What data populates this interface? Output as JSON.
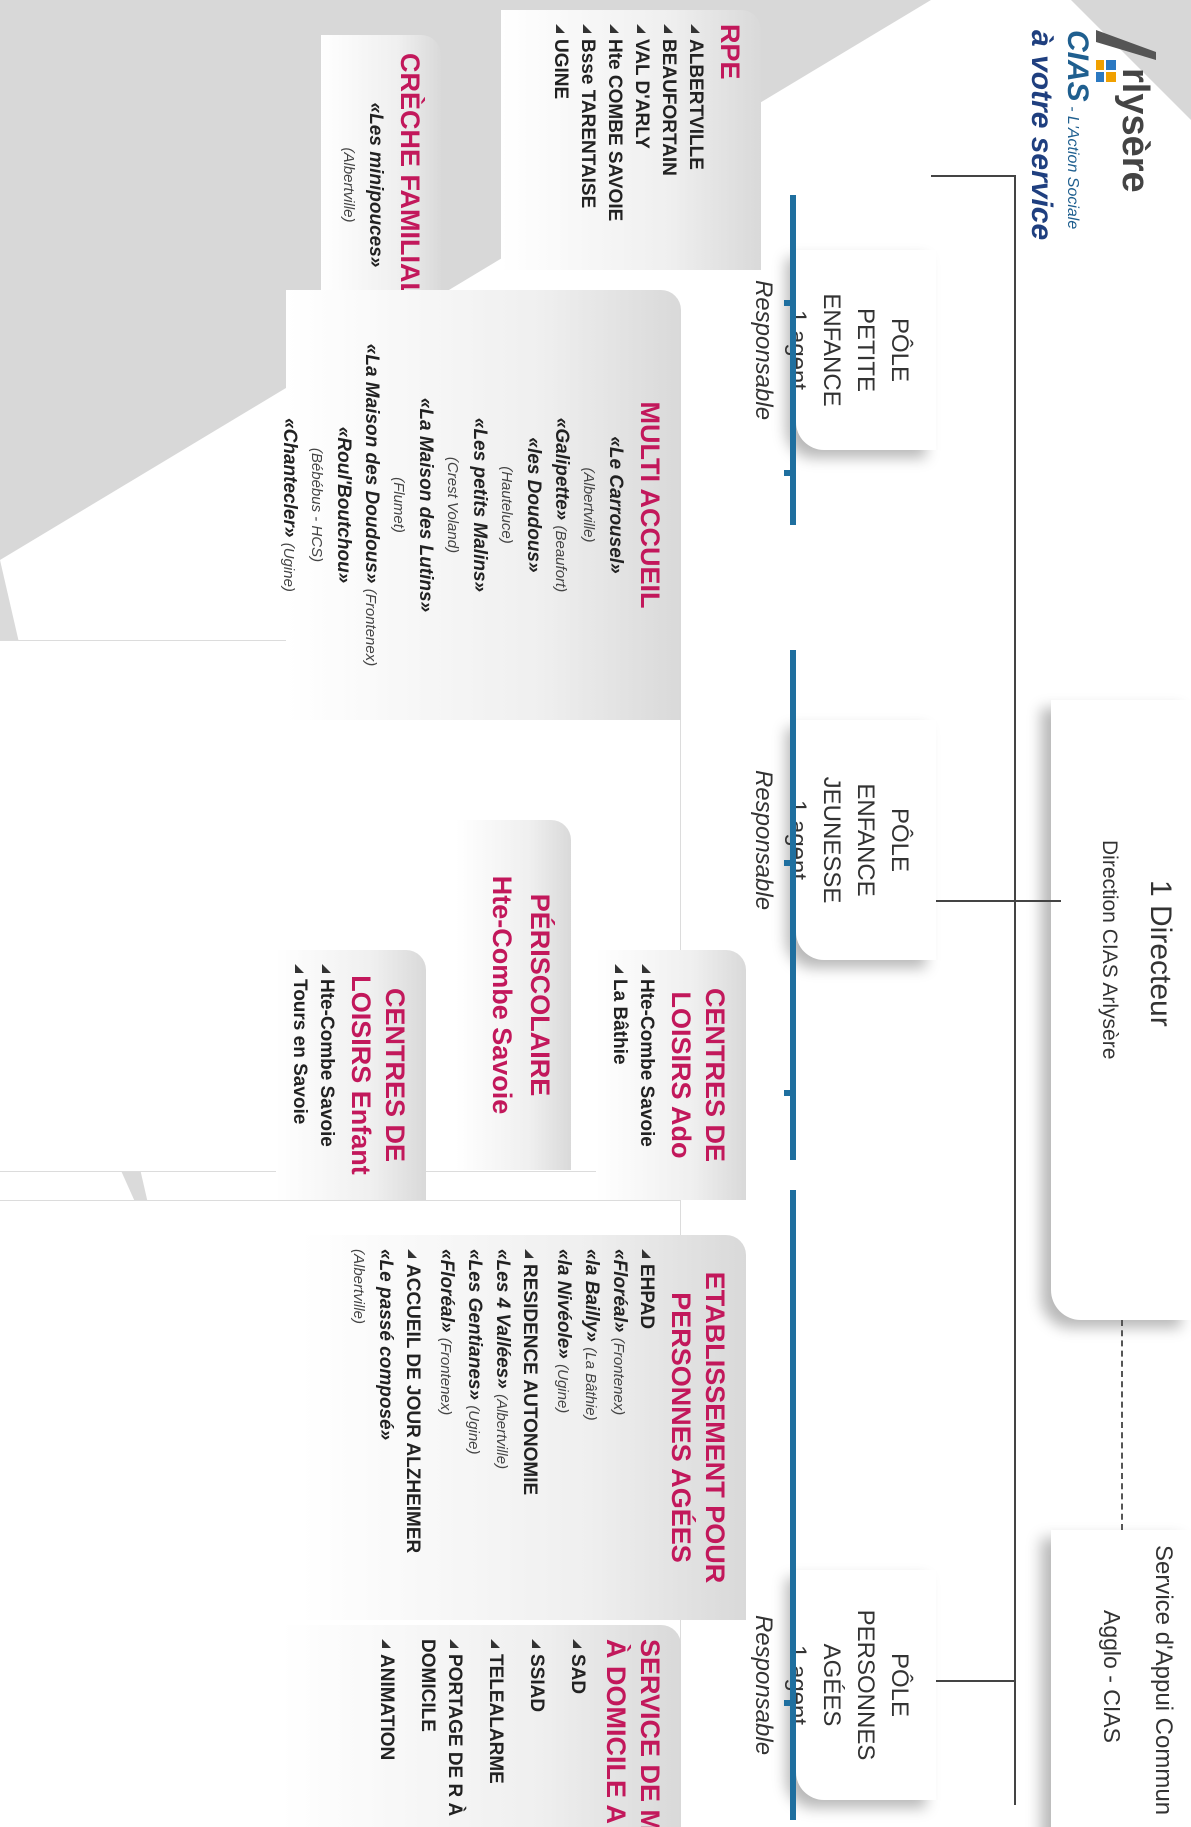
{
  "logo": {
    "brand": "rlysère",
    "cias": "CIAS",
    "subtitle": "- L'Action Sociale",
    "tagline": "à votre service"
  },
  "direction": {
    "title": "1 Directeur",
    "subtitle": "Direction CIAS Arlysère"
  },
  "support": {
    "title": "Service d'Appui Commun",
    "subtitle": "Agglo - CIAS"
  },
  "poles": [
    {
      "l1": "PÔLE",
      "l2": "PETITE ENFANCE",
      "l3": "1 agent",
      "l4": "Responsable"
    },
    {
      "l1": "PÔLE",
      "l2": "ENFANCE JEUNESSE",
      "l3": "1 agent",
      "l4": "Responsable"
    },
    {
      "l1": "PÔLE",
      "l2": "PERSONNES AGÉES",
      "l3": "1 agent",
      "l4": "Responsable"
    }
  ],
  "rpe": {
    "title": "RPE",
    "items": [
      "ALBERTVILLE",
      "BEAUFORTAIN",
      "VAL D'ARLY",
      "Hte COMBE SAVOIE",
      "Bsse TARENTAISE",
      "UGINE"
    ]
  },
  "creche": {
    "title": "CRÈCHE FAMILIALE",
    "name": "«Les minipouces»",
    "loc": "(Albertville)"
  },
  "multi": {
    "title": "MULTI ACCUEIL",
    "e1": "«Le Carrousel»",
    "e1loc": "(Albertville)",
    "e2": "«Galipette»",
    "e2loc": "(Beaufort)",
    "e3": "«les Doudous»",
    "e3loc": "(Hauteluce)",
    "e4": "«Les petits Malins»",
    "e4loc": "(Crest Voland)",
    "e5": "«La Maison des Lutins»",
    "e5loc": "(Flumet)",
    "e6": "«La Maison des Doudous»",
    "e6loc": "(Frontenex)",
    "e7": "«Roul'Boutchou»",
    "e7loc": "(Bébébus - HCS)",
    "e8": "«Chantecler»",
    "e8loc": "(Ugine)"
  },
  "peri": {
    "title": "PÉRISCOLAIRE",
    "sub": "Hte-Combe Savoie"
  },
  "ado": {
    "title": "CENTRES DE LOISIRS Ado",
    "items": [
      "Hte-Combe Savoie",
      "La Bâthie"
    ]
  },
  "enfant": {
    "title": "CENTRES DE LOISIRS Enfant",
    "items": [
      "Hte-Combe Savoie",
      "Tours en Savoie"
    ]
  },
  "etab": {
    "title": "ETABLISSEMENT POUR PERSONNES AGÉES",
    "ehpad": "EHPAD",
    "ehpad1": "«Floréal»",
    "ehpad1loc": "(Frontenex)",
    "ehpad2": "«la Bailly»",
    "ehpad2loc": "(La Bâthie)",
    "ehpad3": "«la Nivéole»",
    "ehpad3loc": "(Ugine)",
    "res": "RESIDENCE AUTONOMIE",
    "res1": "«Les 4 Vallées»",
    "res1loc": "(Albertville)",
    "res2": "«Les Gentianes»",
    "res2loc": "(Ugine)",
    "res3": "«Floréal»",
    "res3loc": "(Frontenex)",
    "accueil": "ACCUEIL DE JOUR ALZHEIMER",
    "accueil1": "«Le passé composé»",
    "accueil1loc": "(Albertville)"
  },
  "sad": {
    "title": "SERVICE DE M À DOMICILE A",
    "items": [
      "SAD",
      "SSIAD",
      "TELEALARME",
      "PORTAGE DE R À DOMICILE",
      "ANIMATION"
    ]
  },
  "colors": {
    "accent": "#c2185b",
    "line": "#1f6f9f"
  }
}
